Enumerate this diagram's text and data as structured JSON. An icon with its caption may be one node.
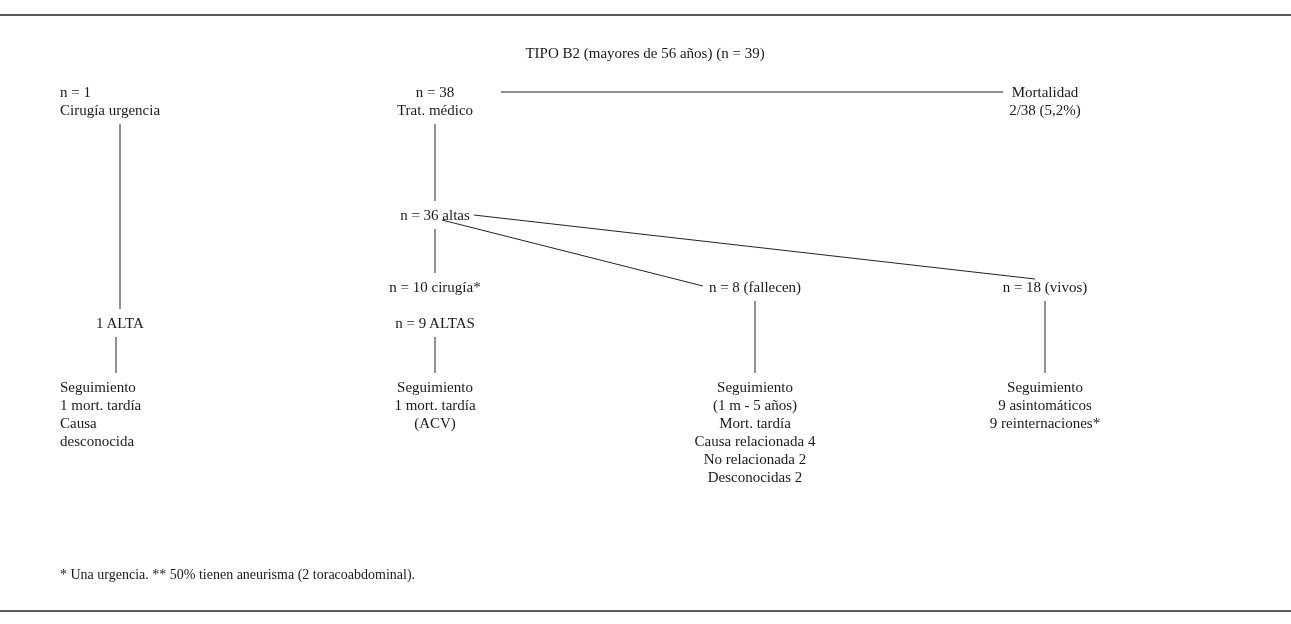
{
  "diagram": {
    "title": "TIPO B2 (mayores de 56 años) (n = 39)",
    "caption": "* Una urgencia. ** 50% tienen aneurisma (2 toracoabdominal).",
    "nodes": [
      {
        "text": [
          "n = 1",
          "Cirugía urgencia"
        ]
      },
      {
        "text": [
          "n = 38",
          "Trat. médico"
        ]
      },
      {
        "text": [
          "Mortalidad",
          "2/38 (5,2%)"
        ]
      },
      {
        "text": [
          "n = 36 altas"
        ]
      },
      {
        "text": [
          "n = 10 cirugía*"
        ]
      },
      {
        "text": [
          "n = 8 (fallecen)"
        ]
      },
      {
        "text": [
          "n = 18 (vivos)"
        ]
      },
      {
        "text": [
          "1 ALTA"
        ]
      },
      {
        "text": [
          "n = 9 ALTAS"
        ]
      },
      {
        "text": [
          "Seguimiento",
          "1 mort. tardía",
          "Causa desconocida"
        ]
      },
      {
        "text": [
          "Seguimiento",
          "1 mort. tardía",
          "(ACV)"
        ]
      },
      {
        "text": [
          "Seguimiento",
          "(1 m - 5 años)",
          "Mort. tardía",
          "Causa relacionada 4",
          "No relacionada 2",
          "Desconocidas 2"
        ]
      },
      {
        "text": [
          "Seguimiento",
          "9 asintomáticos",
          "9 reinternaciones*"
        ]
      }
    ],
    "edges": [
      {
        "from": 1,
        "to": 2,
        "arrow": "none"
      },
      {
        "from": 0,
        "to": 7,
        "arrow": "none"
      },
      {
        "from": 1,
        "to": 3,
        "arrow": "none"
      },
      {
        "from": 3,
        "to": 4,
        "arrow": "none"
      },
      {
        "from": 3,
        "to": 5,
        "arrow": "none"
      },
      {
        "from": 3,
        "to": 6,
        "arrow": "none"
      },
      {
        "from": 7,
        "to": 9,
        "arrow": "none"
      },
      {
        "from": 8,
        "to": 10,
        "arrow": "none"
      },
      {
        "from": 5,
        "to": 11,
        "arrow": "none"
      },
      {
        "from": 6,
        "to": 12,
        "arrow": "none"
      }
    ]
  }
}
